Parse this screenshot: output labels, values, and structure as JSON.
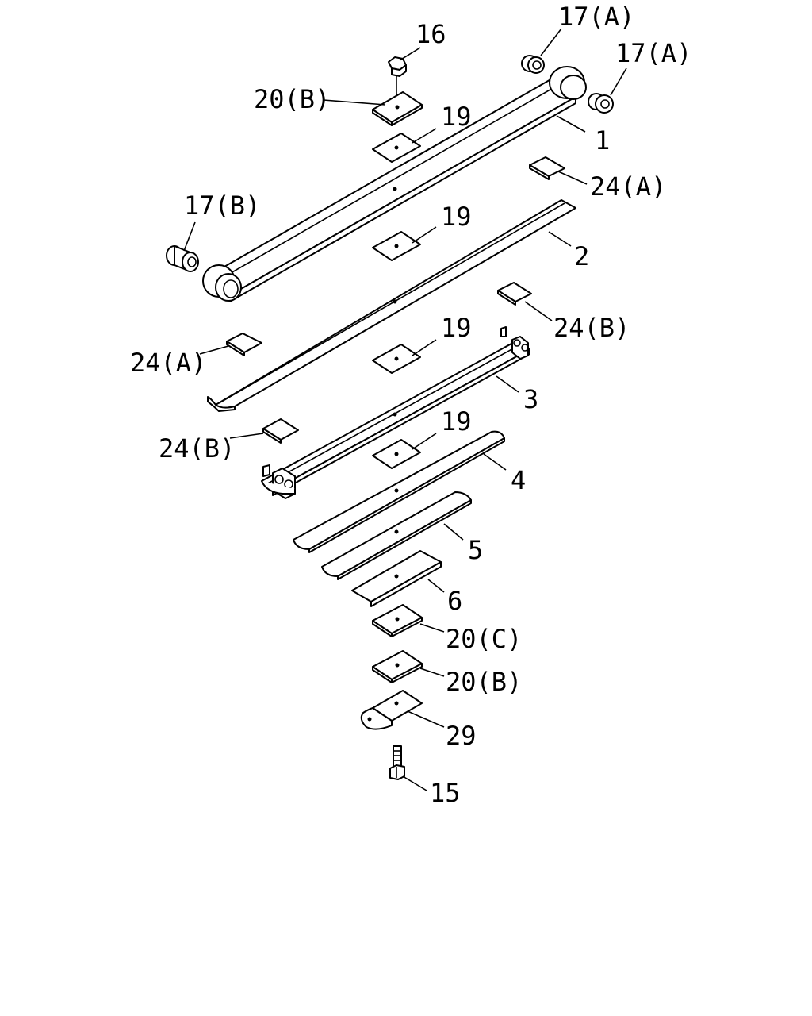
{
  "labels": {
    "p16": "16",
    "p17a_top": "17(A)",
    "p17a_right": "17(A)",
    "p20b_top": "20(B)",
    "p19_a": "19",
    "p1": "1",
    "p24a_right": "24(A)",
    "p17b": "17(B)",
    "p19_b": "19",
    "p2": "2",
    "p24b_right": "24(B)",
    "p24a_left": "24(A)",
    "p19_c": "19",
    "p3": "3",
    "p24b_left": "24(B)",
    "p19_d": "19",
    "p4": "4",
    "p5": "5",
    "p6": "6",
    "p20c": "20(C)",
    "p20b_bottom": "20(B)",
    "p29": "29",
    "p15": "15"
  }
}
